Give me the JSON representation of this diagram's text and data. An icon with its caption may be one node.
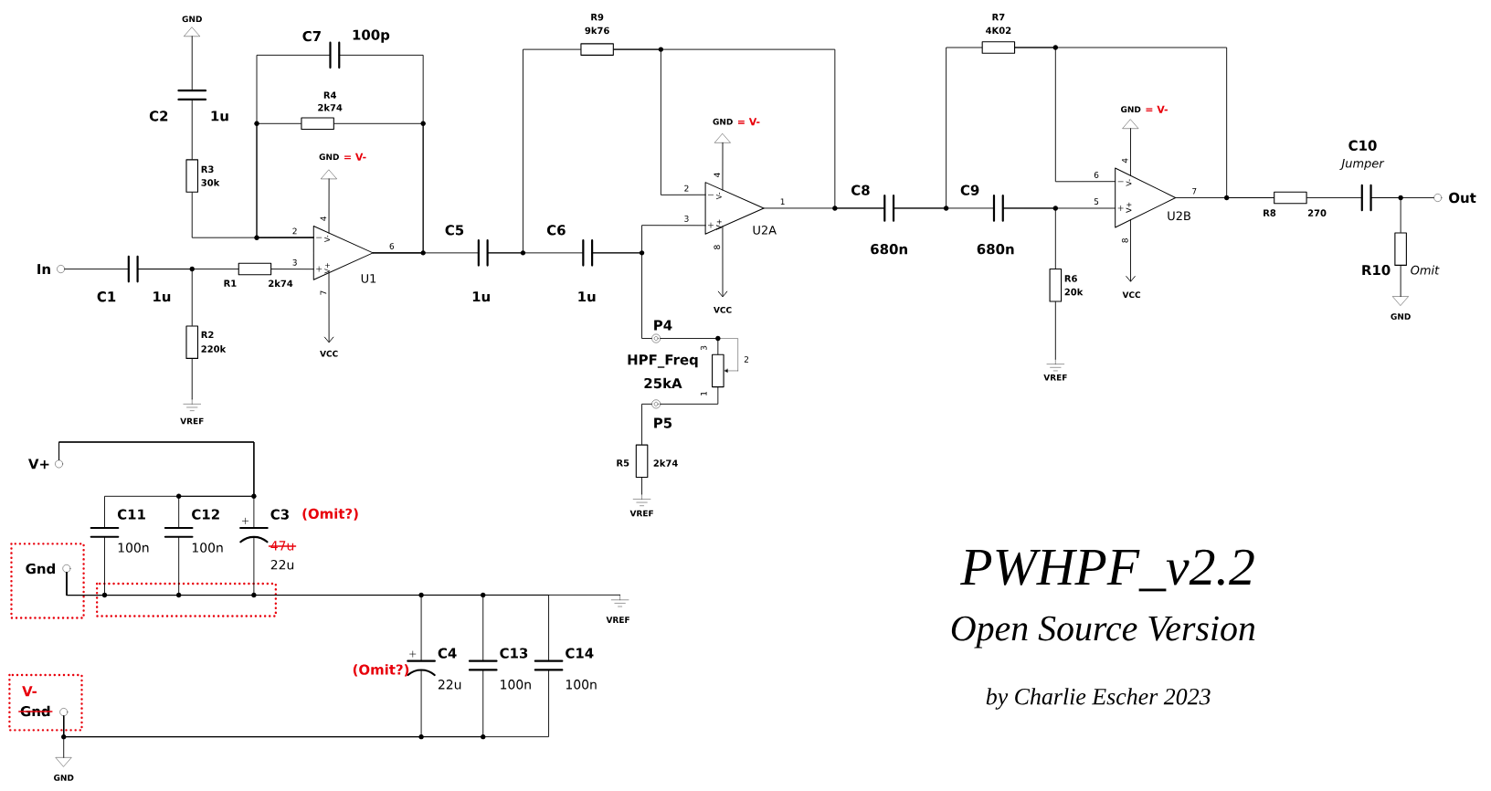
{
  "diagram": {
    "title": "PWHPF_v2.2",
    "nodes": [
      {
        "text": [
          "In"
        ]
      },
      {
        "text": [
          "C1",
          "1u"
        ]
      },
      {
        "text": [
          "R1",
          "2k74"
        ]
      },
      {
        "text": [
          "R2",
          "220k"
        ]
      },
      {
        "text": [
          "VREF"
        ]
      },
      {
        "text": [
          "GND"
        ]
      },
      {
        "text": [
          "C2",
          "1u"
        ]
      },
      {
        "text": [
          "R3",
          "30k"
        ]
      },
      {
        "text": [
          "C7",
          "100p"
        ]
      },
      {
        "text": [
          "R4",
          "2k74"
        ]
      },
      {
        "text": [
          "U1",
          "V-",
          "V+"
        ],
        "beside": [
          "2",
          "3",
          "6",
          "4",
          "7"
        ]
      },
      {
        "text": [
          "GND",
          "= V-"
        ]
      },
      {
        "text": [
          "VCC"
        ]
      },
      {
        "text": [
          "C5",
          "1u"
        ]
      },
      {
        "text": [
          "C6",
          "1u"
        ]
      },
      {
        "text": [
          "R9",
          "9k76"
        ]
      },
      {
        "text": [
          "U2A",
          "V-",
          "V+"
        ],
        "beside": [
          "2",
          "3",
          "1",
          "4",
          "8"
        ]
      },
      {
        "text": [
          "GND",
          "= V-"
        ]
      },
      {
        "text": [
          "VCC"
        ]
      },
      {
        "text": [
          "P4"
        ]
      },
      {
        "text": [
          "HPF_Freq",
          "25kA",
          "3",
          "2",
          "1"
        ]
      },
      {
        "text": [
          "P5"
        ]
      },
      {
        "text": [
          "R5",
          "2k74"
        ]
      },
      {
        "text": [
          "VREF"
        ]
      },
      {
        "text": [
          "C8",
          "680n"
        ]
      },
      {
        "text": [
          "C9",
          "680n"
        ]
      },
      {
        "text": [
          "R7",
          "4K02"
        ]
      },
      {
        "text": [
          "R6",
          "20k"
        ]
      },
      {
        "text": [
          "VREF"
        ]
      },
      {
        "text": [
          "U2B",
          "V-",
          "V+"
        ],
        "beside": [
          "6",
          "5",
          "7",
          "4",
          "8"
        ]
      },
      {
        "text": [
          "GND",
          "= V-"
        ]
      },
      {
        "text": [
          "VCC"
        ]
      },
      {
        "text": [
          "R8",
          "270"
        ]
      },
      {
        "text": [
          "C10",
          "Jumper"
        ]
      },
      {
        "text": [
          "Out"
        ]
      },
      {
        "text": [
          "R10",
          "Omit"
        ]
      },
      {
        "text": [
          "GND"
        ]
      },
      {
        "text": [
          "V+"
        ]
      },
      {
        "text": [
          "C11",
          "100n"
        ]
      },
      {
        "text": [
          "C12",
          "100n"
        ]
      },
      {
        "text": [
          "C3",
          "(Omit?)",
          "47u",
          "22u"
        ]
      },
      {
        "text": [
          "Gnd"
        ]
      },
      {
        "text": [
          "VREF"
        ]
      },
      {
        "text": [
          "(Omit?)",
          "C4",
          "22u"
        ]
      },
      {
        "text": [
          "C13",
          "100n"
        ]
      },
      {
        "text": [
          "C14",
          "100n"
        ]
      },
      {
        "text": [
          "V-",
          "Gnd"
        ]
      },
      {
        "text": [
          "GND"
        ]
      }
    ],
    "edges": [
      {
        "from": 0,
        "to": 1,
        "arrow": "none"
      },
      {
        "from": 1,
        "to": 2,
        "arrow": "none"
      },
      {
        "from": 1,
        "to": 3,
        "arrow": "none"
      },
      {
        "from": 3,
        "to": 4,
        "arrow": "none"
      },
      {
        "from": 5,
        "to": 6,
        "arrow": "none"
      },
      {
        "from": 6,
        "to": 7,
        "arrow": "none"
      },
      {
        "from": 7,
        "to": 10,
        "arrow": "none"
      },
      {
        "from": 9,
        "to": 10,
        "arrow": "none"
      },
      {
        "from": 8,
        "to": 10,
        "arrow": "none"
      },
      {
        "from": 2,
        "to": 10,
        "arrow": "none"
      },
      {
        "from": 10,
        "to": 11,
        "arrow": "none"
      },
      {
        "from": 10,
        "to": 12,
        "arrow": "to"
      },
      {
        "from": 8,
        "to": 10,
        "arrow": "none"
      },
      {
        "from": 9,
        "to": 10,
        "arrow": "none"
      },
      {
        "from": 10,
        "to": 13,
        "arrow": "none"
      },
      {
        "from": 13,
        "to": 14,
        "arrow": "none"
      },
      {
        "from": 13,
        "to": 15,
        "arrow": "none"
      },
      {
        "from": 14,
        "to": 16,
        "arrow": "none"
      },
      {
        "from": 14,
        "to": 19,
        "arrow": "none"
      },
      {
        "from": 15,
        "to": 16,
        "arrow": "none"
      },
      {
        "from": 15,
        "to": 24,
        "arrow": "none"
      },
      {
        "from": 16,
        "to": 24,
        "arrow": "none"
      },
      {
        "from": 16,
        "to": 17,
        "arrow": "none"
      },
      {
        "from": 16,
        "to": 18,
        "arrow": "to"
      },
      {
        "from": 19,
        "to": 20,
        "arrow": "none"
      },
      {
        "from": 20,
        "to": 21,
        "arrow": "none"
      },
      {
        "from": 21,
        "to": 22,
        "arrow": "none"
      },
      {
        "from": 22,
        "to": 23,
        "arrow": "none"
      },
      {
        "from": 24,
        "to": 25,
        "arrow": "none"
      },
      {
        "from": 24,
        "to": 26,
        "arrow": "none"
      },
      {
        "from": 25,
        "to": 29,
        "arrow": "none"
      },
      {
        "from": 25,
        "to": 27,
        "arrow": "none"
      },
      {
        "from": 27,
        "to": 28,
        "arrow": "none"
      },
      {
        "from": 26,
        "to": 29,
        "arrow": "none"
      },
      {
        "from": 26,
        "to": 32,
        "arrow": "none"
      },
      {
        "from": 29,
        "to": 32,
        "arrow": "none"
      },
      {
        "from": 29,
        "to": 30,
        "arrow": "none"
      },
      {
        "from": 29,
        "to": 31,
        "arrow": "to"
      },
      {
        "from": 32,
        "to": 33,
        "arrow": "none"
      },
      {
        "from": 33,
        "to": 34,
        "arrow": "none"
      },
      {
        "from": 33,
        "to": 35,
        "arrow": "none"
      },
      {
        "from": 35,
        "to": 36,
        "arrow": "none"
      },
      {
        "from": 37,
        "to": 38,
        "arrow": "none"
      },
      {
        "from": 37,
        "to": 39,
        "arrow": "none"
      },
      {
        "from": 37,
        "to": 40,
        "arrow": "none"
      },
      {
        "from": 41,
        "to": 38,
        "arrow": "none"
      },
      {
        "from": 41,
        "to": 39,
        "arrow": "none"
      },
      {
        "from": 41,
        "to": 40,
        "arrow": "none"
      },
      {
        "from": 41,
        "to": 43,
        "arrow": "none"
      },
      {
        "from": 41,
        "to": 44,
        "arrow": "none"
      },
      {
        "from": 41,
        "to": 45,
        "arrow": "none"
      },
      {
        "from": 41,
        "to": 42,
        "arrow": "none"
      },
      {
        "from": 46,
        "to": 43,
        "arrow": "none"
      },
      {
        "from": 46,
        "to": 44,
        "arrow": "none"
      },
      {
        "from": 46,
        "to": 45,
        "arrow": "none"
      },
      {
        "from": 46,
        "to": 47,
        "arrow": "none"
      }
    ],
    "labels": [
      "Open Source Version",
      "by Charlie Escher 2023"
    ]
  }
}
